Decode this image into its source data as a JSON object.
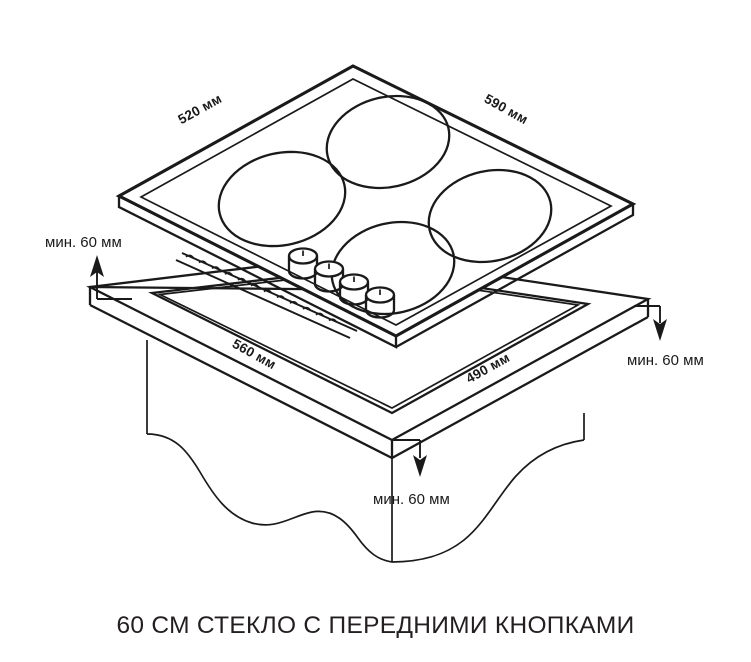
{
  "caption": {
    "text": "60 СМ СТЕКЛО С ПЕРЕДНИМИ КНОПКАМИ"
  },
  "colors": {
    "line": "#1a1a1a",
    "background": "#ffffff",
    "caption": "#231f20"
  },
  "dimensions": {
    "glass_left": "520 мм",
    "glass_right": "590 мм",
    "cutout_left": "560 мм",
    "cutout_right": "490 мм"
  },
  "clearances": {
    "left": "мин. 60 мм",
    "right": "мин. 60 мм",
    "bottom": "мин. 60 мм"
  },
  "parts": {
    "glass_plate": "glass cooktop panel",
    "burners_count": "4",
    "knobs_count": "4",
    "countertop": "worktop with cutout",
    "cabinet": "cabinet below"
  }
}
